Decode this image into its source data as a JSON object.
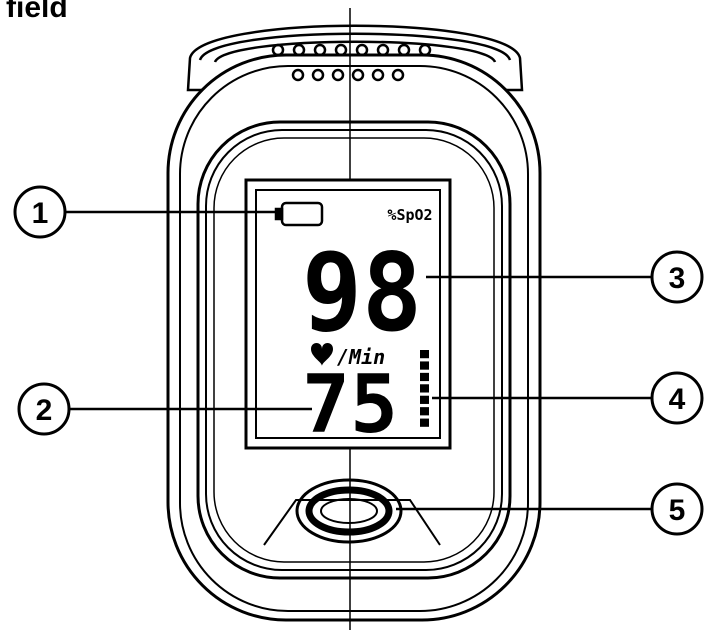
{
  "title_fragment": "field",
  "display": {
    "spo2_unit": "%SpO2",
    "spo2_value": "98",
    "pulse_unit": "/Min",
    "pulse_value": "75",
    "pulse_bar_segments": 7
  },
  "callouts": [
    {
      "number": "1"
    },
    {
      "number": "2"
    },
    {
      "number": "3"
    },
    {
      "number": "4"
    },
    {
      "number": "5"
    }
  ]
}
